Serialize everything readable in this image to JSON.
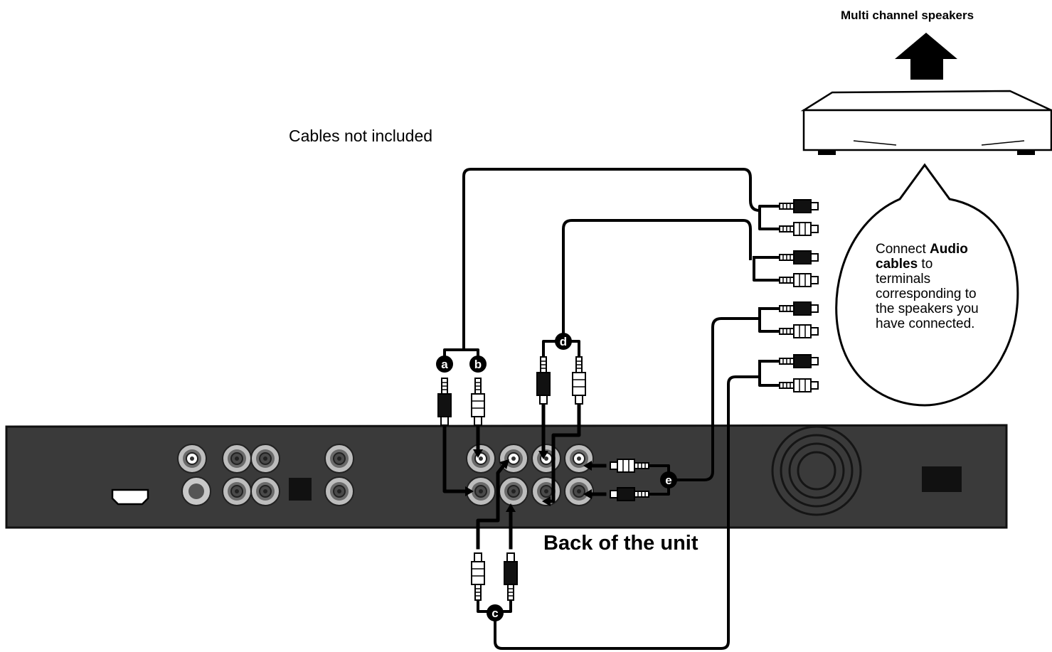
{
  "labels": {
    "multi_channel_speakers": "Multi channel speakers",
    "cables_not_included": "Cables not included",
    "back_of_unit": "Back of the unit"
  },
  "callout": {
    "pre": "Connect ",
    "bold1": "Audio",
    "bold2": "cables",
    "post1": " to",
    "lines": [
      "terminals",
      "corresponding to",
      "the speakers you",
      "have connected."
    ]
  },
  "markers": [
    "a",
    "b",
    "c",
    "d",
    "e"
  ],
  "colors": {
    "panel": "#3a3a3a",
    "panel_edge": "#111111",
    "jack_ring": "#c8c8c8",
    "cable": "#000000"
  }
}
